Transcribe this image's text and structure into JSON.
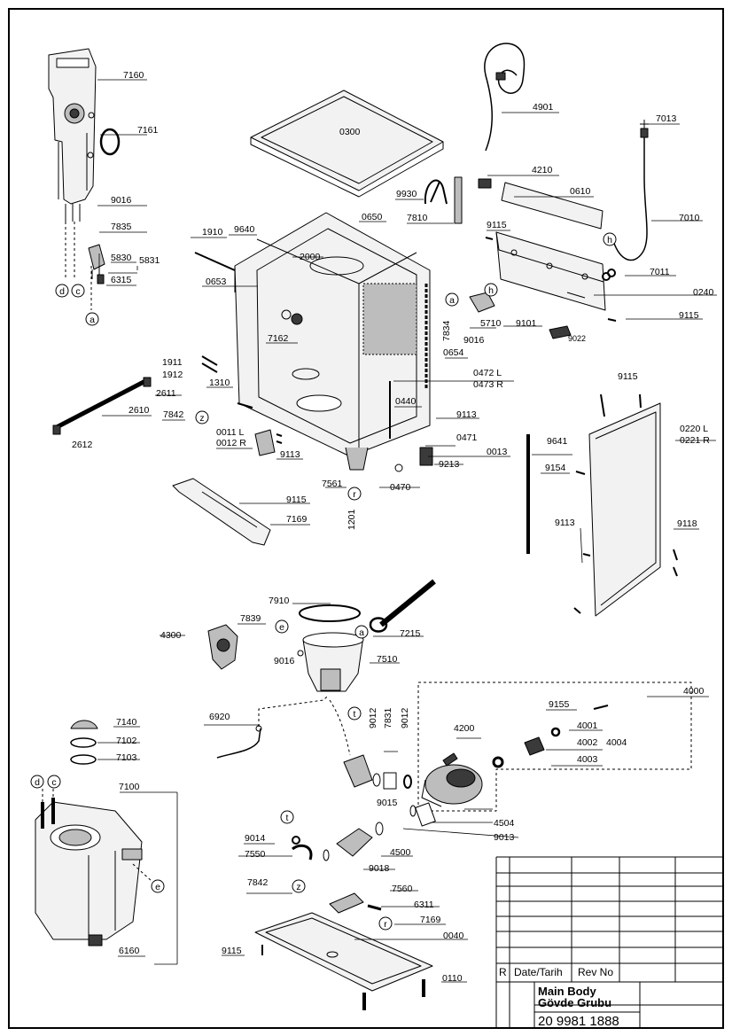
{
  "colors": {
    "ink": "#000000",
    "paper": "#ffffff",
    "part_fill": "#f2f2f2",
    "shade": "#bdbdbd",
    "dark": "#3a3a3a"
  },
  "parts": [
    {
      "id": "p7160",
      "label": "7160"
    },
    {
      "id": "p7161",
      "label": "7161"
    },
    {
      "id": "p9016a",
      "label": "9016"
    },
    {
      "id": "p7835",
      "label": "7835"
    },
    {
      "id": "p5830",
      "label": "5830"
    },
    {
      "id": "p5831",
      "label": "5831"
    },
    {
      "id": "p6315",
      "label": "6315"
    },
    {
      "id": "p0300",
      "label": "0300"
    },
    {
      "id": "p4901",
      "label": "4901"
    },
    {
      "id": "p7013",
      "label": "7013"
    },
    {
      "id": "p4210",
      "label": "4210"
    },
    {
      "id": "p0610",
      "label": "0610"
    },
    {
      "id": "p9930",
      "label": "9930"
    },
    {
      "id": "p7810",
      "label": "7810"
    },
    {
      "id": "p7010",
      "label": "7010"
    },
    {
      "id": "p9115a",
      "label": "9115"
    },
    {
      "id": "p1910",
      "label": "1910"
    },
    {
      "id": "p9640",
      "label": "9640"
    },
    {
      "id": "p0650",
      "label": "0650"
    },
    {
      "id": "p2000",
      "label": "2000"
    },
    {
      "id": "p0653",
      "label": "0653"
    },
    {
      "id": "p7162",
      "label": "7162"
    },
    {
      "id": "p7011",
      "label": "7011"
    },
    {
      "id": "p0240",
      "label": "0240"
    },
    {
      "id": "p7834",
      "label": "7834"
    },
    {
      "id": "p5710",
      "label": "5710"
    },
    {
      "id": "p9016b",
      "label": "9016"
    },
    {
      "id": "p9101",
      "label": "9101"
    },
    {
      "id": "p9022",
      "label": "9022"
    },
    {
      "id": "p9115b",
      "label": "9115"
    },
    {
      "id": "p0654",
      "label": "0654"
    },
    {
      "id": "p1911",
      "label": "1911"
    },
    {
      "id": "p1912",
      "label": "1912"
    },
    {
      "id": "p1310",
      "label": "1310"
    },
    {
      "id": "p2611",
      "label": "2611"
    },
    {
      "id": "p0472",
      "label": "0472 L"
    },
    {
      "id": "p0473",
      "label": "0473 R"
    },
    {
      "id": "p9115c",
      "label": "9115"
    },
    {
      "id": "p2610",
      "label": "2610"
    },
    {
      "id": "p7842a",
      "label": "7842"
    },
    {
      "id": "p0440",
      "label": "0440"
    },
    {
      "id": "p9113a",
      "label": "9113"
    },
    {
      "id": "p0220",
      "label": "0220 L"
    },
    {
      "id": "p0221",
      "label": "0221 R"
    },
    {
      "id": "p0011",
      "label": "0011 L"
    },
    {
      "id": "p0012",
      "label": "0012 R"
    },
    {
      "id": "p0471",
      "label": "0471"
    },
    {
      "id": "p2612",
      "label": "2612"
    },
    {
      "id": "p9113b",
      "label": "9113"
    },
    {
      "id": "p9641",
      "label": "9641"
    },
    {
      "id": "p0013",
      "label": "0013"
    },
    {
      "id": "p9213",
      "label": "9213"
    },
    {
      "id": "p9154",
      "label": "9154"
    },
    {
      "id": "p7561",
      "label": "7561"
    },
    {
      "id": "p0470",
      "label": "0470"
    },
    {
      "id": "p1201",
      "label": "1201"
    },
    {
      "id": "p7169a",
      "label": "7169"
    },
    {
      "id": "p9113c",
      "label": "9113"
    },
    {
      "id": "p9118",
      "label": "9118"
    },
    {
      "id": "p9115d",
      "label": "9115"
    },
    {
      "id": "p7910",
      "label": "7910"
    },
    {
      "id": "p7839",
      "label": "7839"
    },
    {
      "id": "p4300",
      "label": "4300"
    },
    {
      "id": "p7215",
      "label": "7215"
    },
    {
      "id": "p9016c",
      "label": "9016"
    },
    {
      "id": "p7510",
      "label": "7510"
    },
    {
      "id": "p4000",
      "label": "4000"
    },
    {
      "id": "p9155",
      "label": "9155"
    },
    {
      "id": "p7140",
      "label": "7140"
    },
    {
      "id": "p6920",
      "label": "6920"
    },
    {
      "id": "p7102",
      "label": "7102"
    },
    {
      "id": "p7103",
      "label": "7103"
    },
    {
      "id": "p9012a",
      "label": "9012"
    },
    {
      "id": "p7831",
      "label": "7831"
    },
    {
      "id": "p9012b",
      "label": "9012"
    },
    {
      "id": "p4200",
      "label": "4200"
    },
    {
      "id": "p4001",
      "label": "4001"
    },
    {
      "id": "p4002",
      "label": "4002"
    },
    {
      "id": "p4004",
      "label": "4004"
    },
    {
      "id": "p4003",
      "label": "4003"
    },
    {
      "id": "p7100",
      "label": "7100"
    },
    {
      "id": "p9015",
      "label": "9015"
    },
    {
      "id": "p4504",
      "label": "4504"
    },
    {
      "id": "p9013",
      "label": "9013"
    },
    {
      "id": "p9014",
      "label": "9014"
    },
    {
      "id": "p4500",
      "label": "4500"
    },
    {
      "id": "p7550",
      "label": "7550"
    },
    {
      "id": "p9018",
      "label": "9018"
    },
    {
      "id": "p7842b",
      "label": "7842"
    },
    {
      "id": "p7560",
      "label": "7560"
    },
    {
      "id": "p6311",
      "label": "6311"
    },
    {
      "id": "p7169b",
      "label": "7169"
    },
    {
      "id": "p6160",
      "label": "6160"
    },
    {
      "id": "p0040",
      "label": "0040"
    },
    {
      "id": "p9115e",
      "label": "9115"
    },
    {
      "id": "p0110",
      "label": "0110"
    }
  ],
  "markers": [
    {
      "id": "md1",
      "letter": "d"
    },
    {
      "id": "mc1",
      "letter": "c"
    },
    {
      "id": "ma1",
      "letter": "a"
    },
    {
      "id": "ma2",
      "letter": "a"
    },
    {
      "id": "mh1",
      "letter": "h"
    },
    {
      "id": "mh2",
      "letter": "h"
    },
    {
      "id": "mz1",
      "letter": "z"
    },
    {
      "id": "mr1",
      "letter": "r"
    },
    {
      "id": "me1",
      "letter": "e"
    },
    {
      "id": "ma3",
      "letter": "a"
    },
    {
      "id": "mt1",
      "letter": "t"
    },
    {
      "id": "md2",
      "letter": "d"
    },
    {
      "id": "mc2",
      "letter": "c"
    },
    {
      "id": "me2",
      "letter": "e"
    },
    {
      "id": "mt2",
      "letter": "t"
    },
    {
      "id": "mz2",
      "letter": "z"
    },
    {
      "id": "mr2",
      "letter": "r"
    }
  ],
  "title_block": {
    "rev_marker": "R",
    "date_header": "Date/Tarih",
    "rev_header": "Rev No",
    "title_en": "Main Body",
    "title_tr": "Gövde Grubu",
    "drawing_no": "20 9981 1888"
  }
}
